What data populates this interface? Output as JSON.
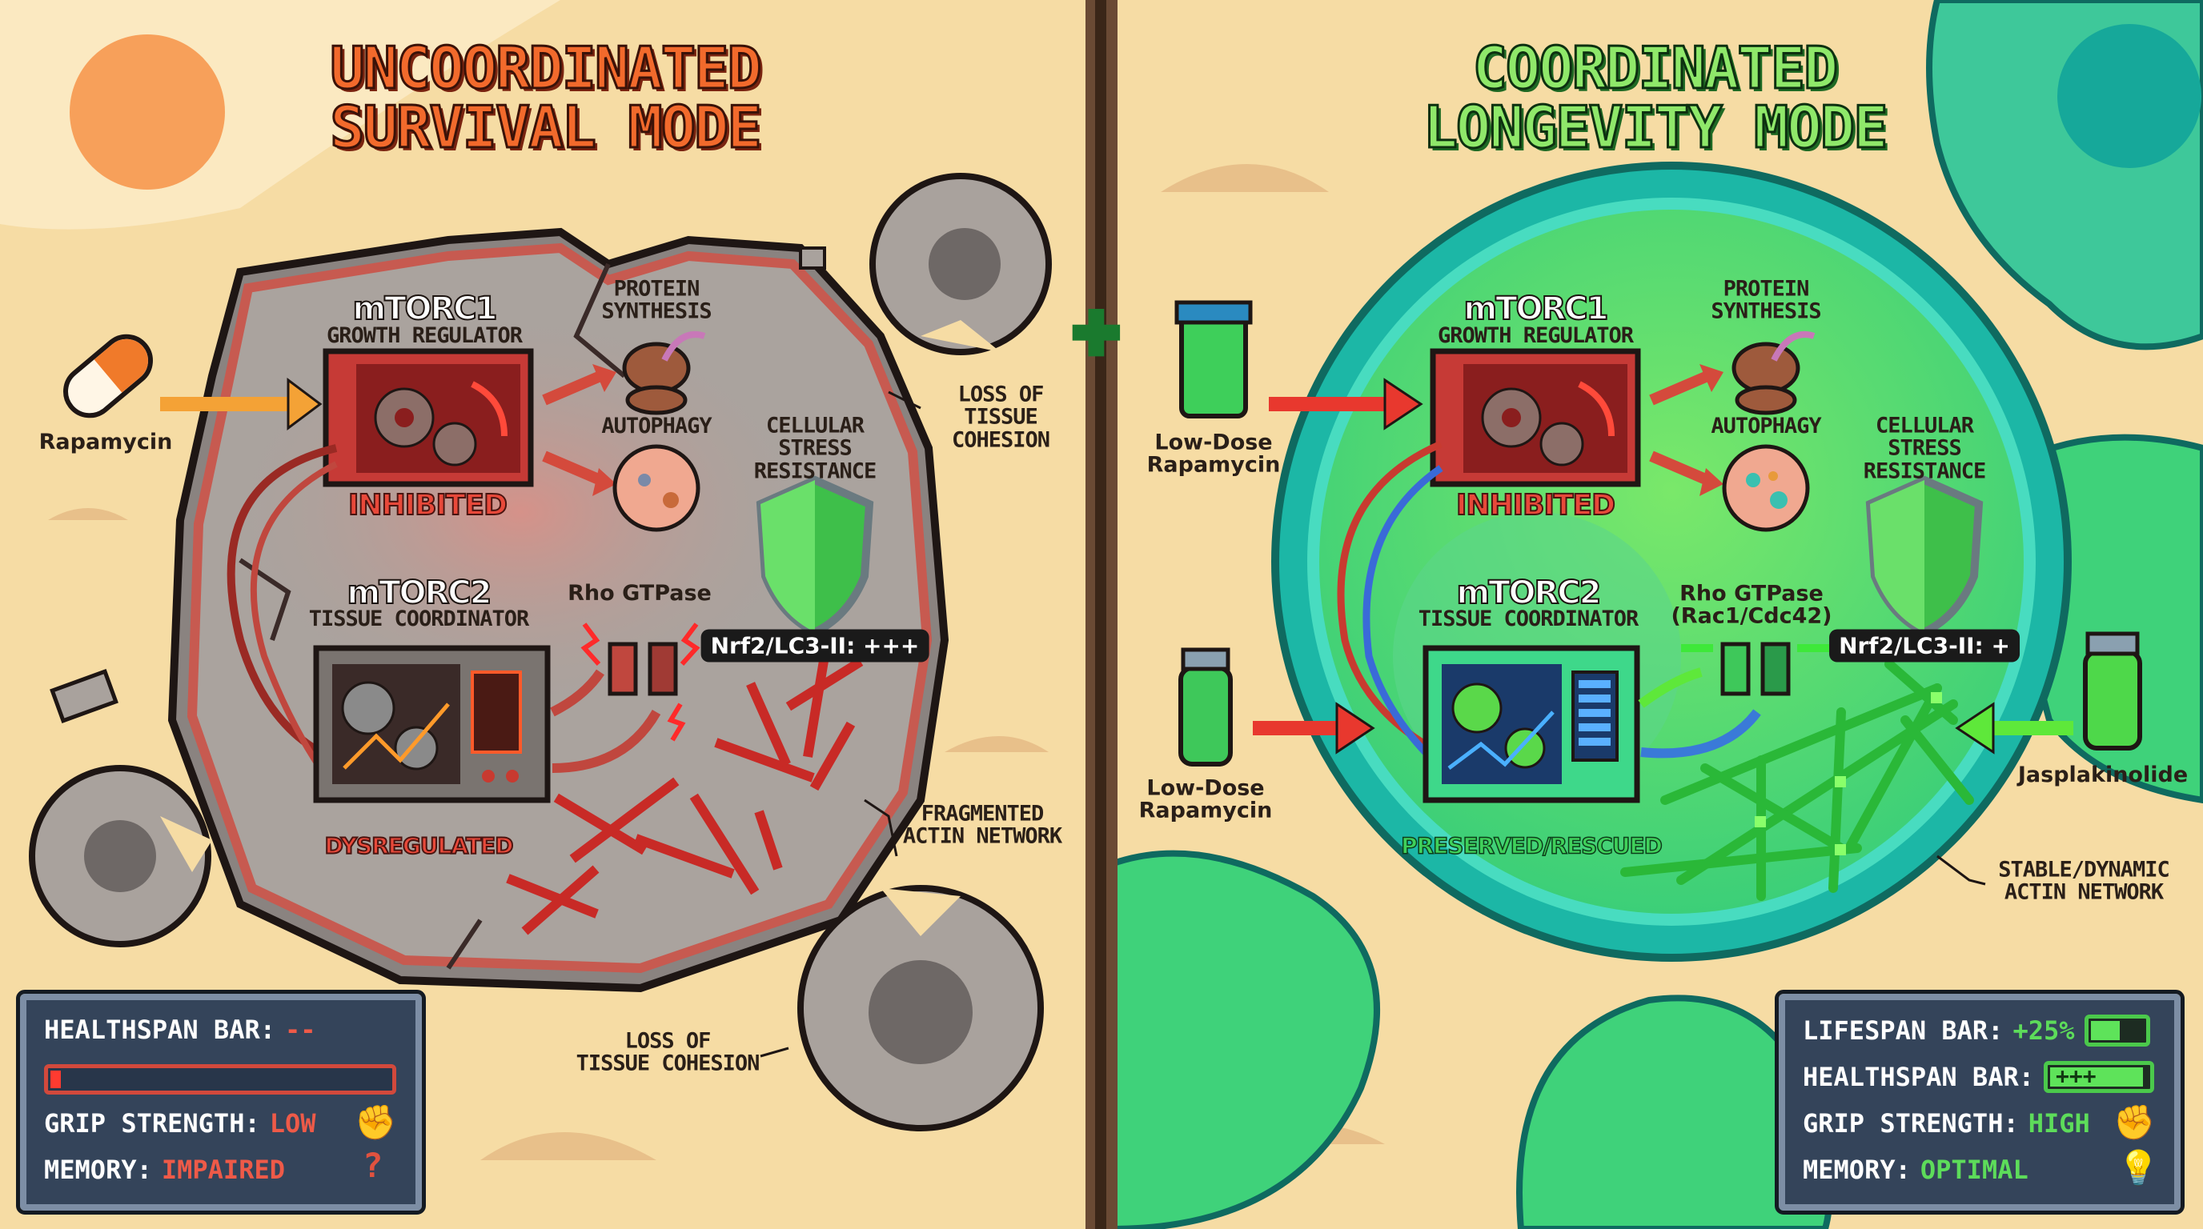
{
  "left": {
    "title_line1": "UNCOORDINATED",
    "title_line2": "SURVIVAL MODE",
    "drug": "Rapamycin",
    "mtorc1": {
      "name": "mTORC1",
      "role": "GROWTH REGULATOR",
      "status": "INHIBITED"
    },
    "mtorc2": {
      "name": "mTORC2",
      "role": "TISSUE COORDINATOR",
      "status": "DYSREGULATED"
    },
    "protein_synthesis": "PROTEIN\nSYNTHESIS",
    "autophagy": "AUTOPHAGY",
    "stress_resistance": "CELLULAR\nSTRESS\nRESISTANCE",
    "rho": "Rho GTPase",
    "nrf2_badge": "Nrf2/LC3-II: +++",
    "loss_cohesion_top": "LOSS OF\nTISSUE\nCOHESION",
    "loss_cohesion_bottom": "LOSS OF\nTISSUE COHESION",
    "actin": "FRAGMENTED\nACTIN NETWORK",
    "hud": {
      "healthspan_label": "HEALTHSPAN BAR:",
      "healthspan_value": "--",
      "healthspan_fill": 0.03,
      "grip_label": "GRIP STRENGTH:",
      "grip_value": "LOW",
      "memory_label": "MEMORY:",
      "memory_value": "IMPAIRED",
      "grip_icon": "fist-icon",
      "memory_icon": "question-mark-icon"
    }
  },
  "right": {
    "title_line1": "COORDINATED",
    "title_line2": "LONGEVITY MODE",
    "drug_top": "Low-Dose\nRapamycin",
    "drug_bottom": "Low-Dose\nRapamycin",
    "drug_side": "Jasplakinolide",
    "mtorc1": {
      "name": "mTORC1",
      "role": "GROWTH REGULATOR",
      "status": "INHIBITED"
    },
    "mtorc2": {
      "name": "mTORC2",
      "role": "TISSUE COORDINATOR",
      "status": "PRESERVED/RESCUED"
    },
    "protein_synthesis": "PROTEIN\nSYNTHESIS",
    "autophagy": "AUTOPHAGY",
    "stress_resistance": "CELLULAR\nSTRESS\nRESISTANCE",
    "rho": "Rho GTPase\n(Rac1/Cdc42)",
    "nrf2_badge": "Nrf2/LC3-II: +",
    "actin": "STABLE/DYNAMIC\nACTIN NETWORK",
    "hud": {
      "lifespan_label": "LIFESPAN BAR:",
      "lifespan_value": "+25%",
      "lifespan_fill": 0.6,
      "healthspan_label": "HEALTHSPAN BAR:",
      "healthspan_value": "+++",
      "healthspan_fill": 1.0,
      "grip_label": "GRIP STRENGTH:",
      "grip_value": "HIGH",
      "memory_label": "MEMORY:",
      "memory_value": "OPTIMAL",
      "grip_icon": "fist-icon",
      "memory_icon": "light-bulb-icon"
    }
  },
  "colors": {
    "sand": "#f6dca4",
    "bad": "#e8493a",
    "good": "#5ddc5a",
    "cell_green": "#4fd97a",
    "membrane_teal": "#1fb8a0",
    "cell_gray": "#a9a29d"
  }
}
